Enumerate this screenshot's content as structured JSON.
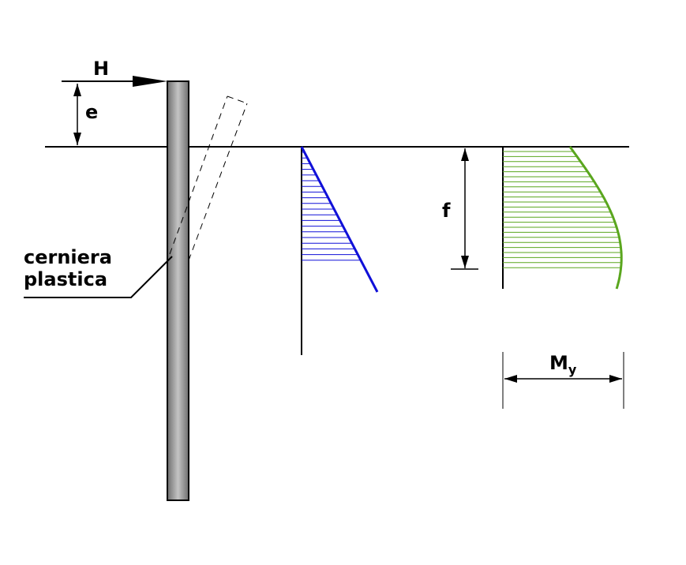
{
  "labels": {
    "force": "H",
    "eccentricity": "e",
    "depth": "f",
    "moment": "M",
    "moment_sub": "y",
    "hinge_line1": "cerniera",
    "hinge_line2": "plastica"
  },
  "colors": {
    "line": "#000000",
    "pile_dark": "#6e6e6e",
    "pile_light": "#c4c4c4",
    "pressure": "#1010d8",
    "moment": "#5aa61e",
    "background": "#ffffff"
  }
}
